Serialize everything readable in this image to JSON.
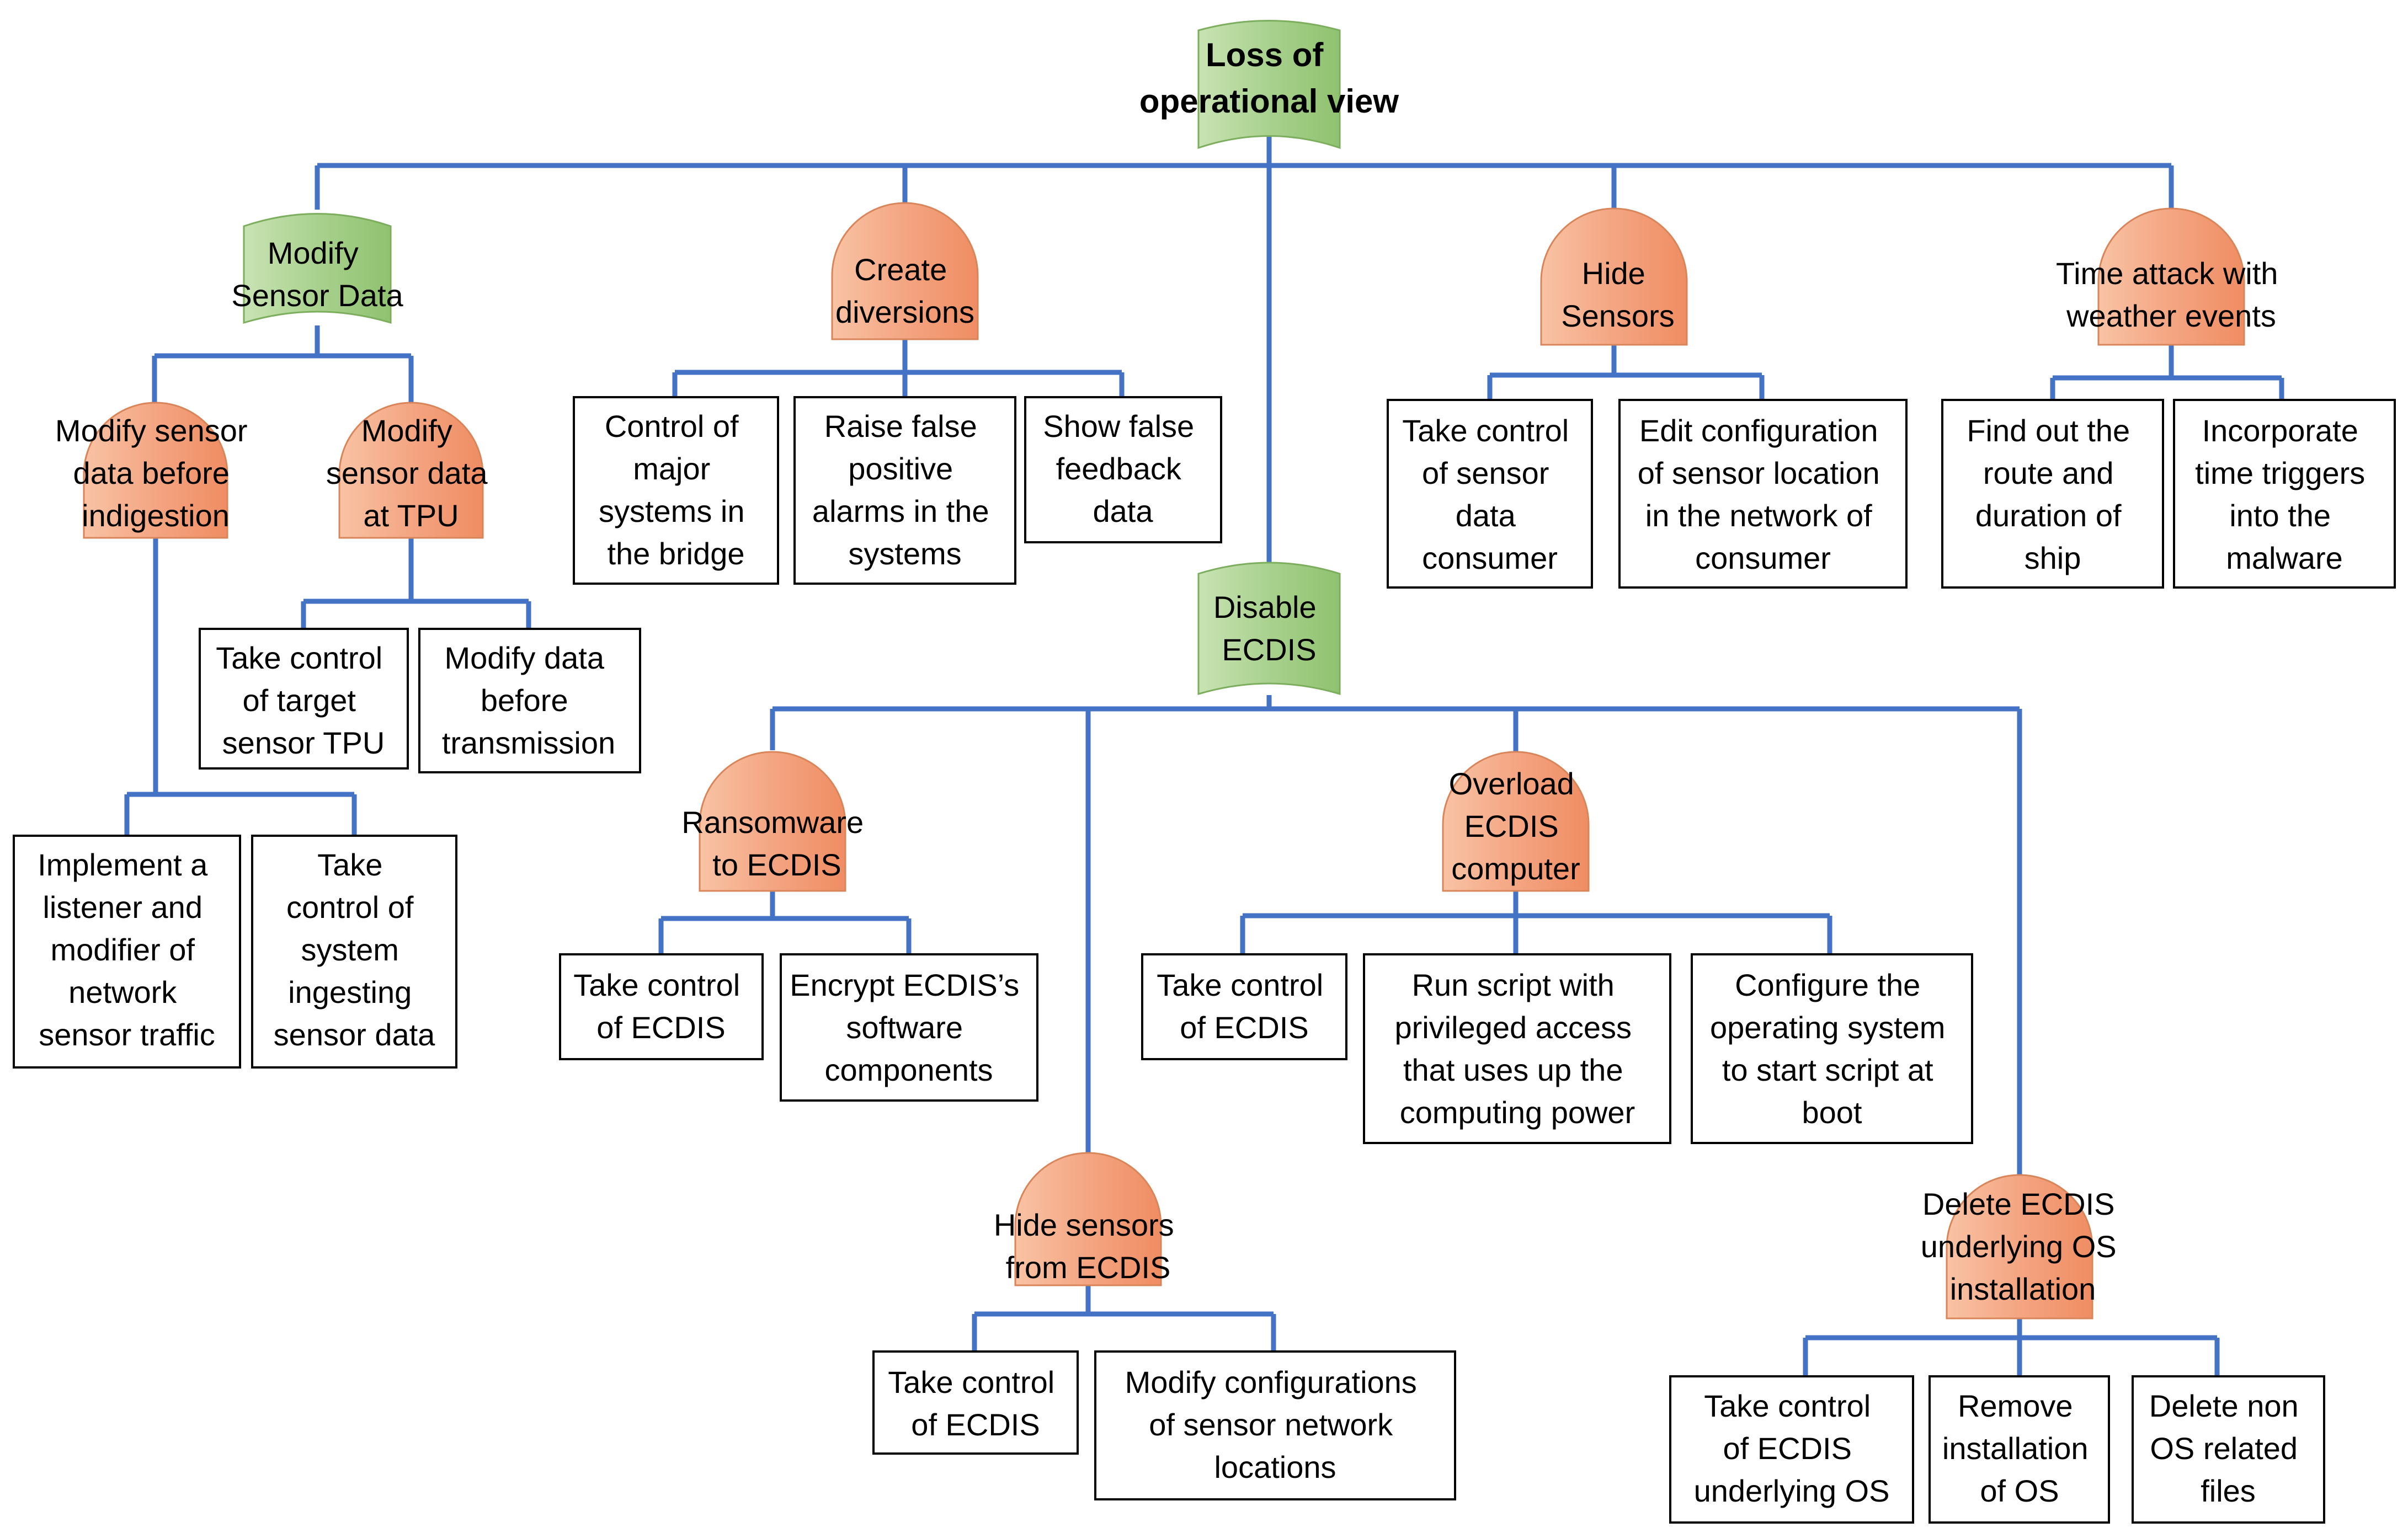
{
  "colors": {
    "connector": "#4472C4",
    "and_gate": "#F4A582",
    "or_gate": "#A9D18E",
    "box_border": "#000000"
  },
  "root": {
    "label_lines": [
      "Loss of",
      "operational view"
    ],
    "gate": "or"
  },
  "modify_sensor_data": {
    "label_lines": [
      "Modify",
      "Sensor Data"
    ],
    "gate": "or",
    "before_indigestion": {
      "label_lines": [
        "Modify sensor",
        "data before",
        "indigestion"
      ],
      "gate": "and",
      "children": [
        {
          "label_lines": [
            "Implement a",
            "listener and",
            "modifier of",
            "network",
            "sensor traffic"
          ]
        },
        {
          "label_lines": [
            "Take",
            "control of",
            "system",
            "ingesting",
            "sensor data"
          ]
        }
      ]
    },
    "at_tpu": {
      "label_lines": [
        "Modify",
        "sensor data",
        "at TPU"
      ],
      "gate": "and",
      "children": [
        {
          "label_lines": [
            "Take control",
            "of target",
            "sensor TPU"
          ]
        },
        {
          "label_lines": [
            "Modify data",
            "before",
            "transmission"
          ]
        }
      ]
    }
  },
  "create_diversions": {
    "label_lines": [
      "Create",
      "diversions"
    ],
    "gate": "and",
    "children": [
      {
        "label_lines": [
          "Control of",
          "major",
          "systems in",
          "the bridge"
        ]
      },
      {
        "label_lines": [
          "Raise false",
          "positive",
          "alarms in the",
          "systems"
        ]
      },
      {
        "label_lines": [
          "Show false",
          "feedback",
          "data"
        ]
      }
    ]
  },
  "hide_sensors": {
    "label_lines": [
      "Hide",
      "Sensors"
    ],
    "gate": "and",
    "children": [
      {
        "label_lines": [
          "Take control",
          "of sensor",
          "data",
          "consumer"
        ]
      },
      {
        "label_lines": [
          "Edit configuration",
          "of sensor location",
          "in the network of",
          "consumer"
        ]
      }
    ]
  },
  "time_attack": {
    "label_lines": [
      "Time attack with",
      "weather events"
    ],
    "gate": "and",
    "children": [
      {
        "label_lines": [
          "Find out the",
          "route and",
          "duration of",
          "ship"
        ]
      },
      {
        "label_lines": [
          "Incorporate",
          "time triggers",
          "into the",
          "malware"
        ]
      }
    ]
  },
  "disable_ecdis": {
    "label_lines": [
      "Disable",
      "ECDIS"
    ],
    "gate": "or",
    "ransomware": {
      "label_lines": [
        "Ransomware",
        "to ECDIS"
      ],
      "gate": "and",
      "children": [
        {
          "label_lines": [
            "Take control",
            "of ECDIS"
          ]
        },
        {
          "label_lines": [
            "Encrypt ECDIS’s",
            "software",
            "components"
          ]
        }
      ]
    },
    "hide_sensors_ecdis": {
      "label_lines": [
        "Hide sensors",
        "from ECDIS"
      ],
      "gate": "and",
      "children": [
        {
          "label_lines": [
            "Take control",
            "of ECDIS"
          ]
        },
        {
          "label_lines": [
            "Modify configurations",
            "of sensor network",
            "locations"
          ]
        }
      ]
    },
    "overload": {
      "label_lines": [
        "Overload",
        "ECDIS",
        "computer"
      ],
      "gate": "and",
      "children": [
        {
          "label_lines": [
            "Take control",
            "of ECDIS"
          ]
        },
        {
          "label_lines": [
            "Run script with",
            "privileged access",
            "that uses up the",
            "computing power"
          ]
        },
        {
          "label_lines": [
            "Configure the",
            "operating system",
            "to start script at",
            "boot"
          ]
        }
      ]
    },
    "delete_os": {
      "label_lines": [
        "Delete ECDIS",
        "underlying OS",
        "installation"
      ],
      "gate": "and",
      "children": [
        {
          "label_lines": [
            "Take control",
            "of ECDIS",
            "underlying OS"
          ]
        },
        {
          "label_lines": [
            "Remove",
            "installation",
            "of OS"
          ]
        },
        {
          "label_lines": [
            "Delete non",
            "OS related",
            "files"
          ]
        }
      ]
    }
  }
}
